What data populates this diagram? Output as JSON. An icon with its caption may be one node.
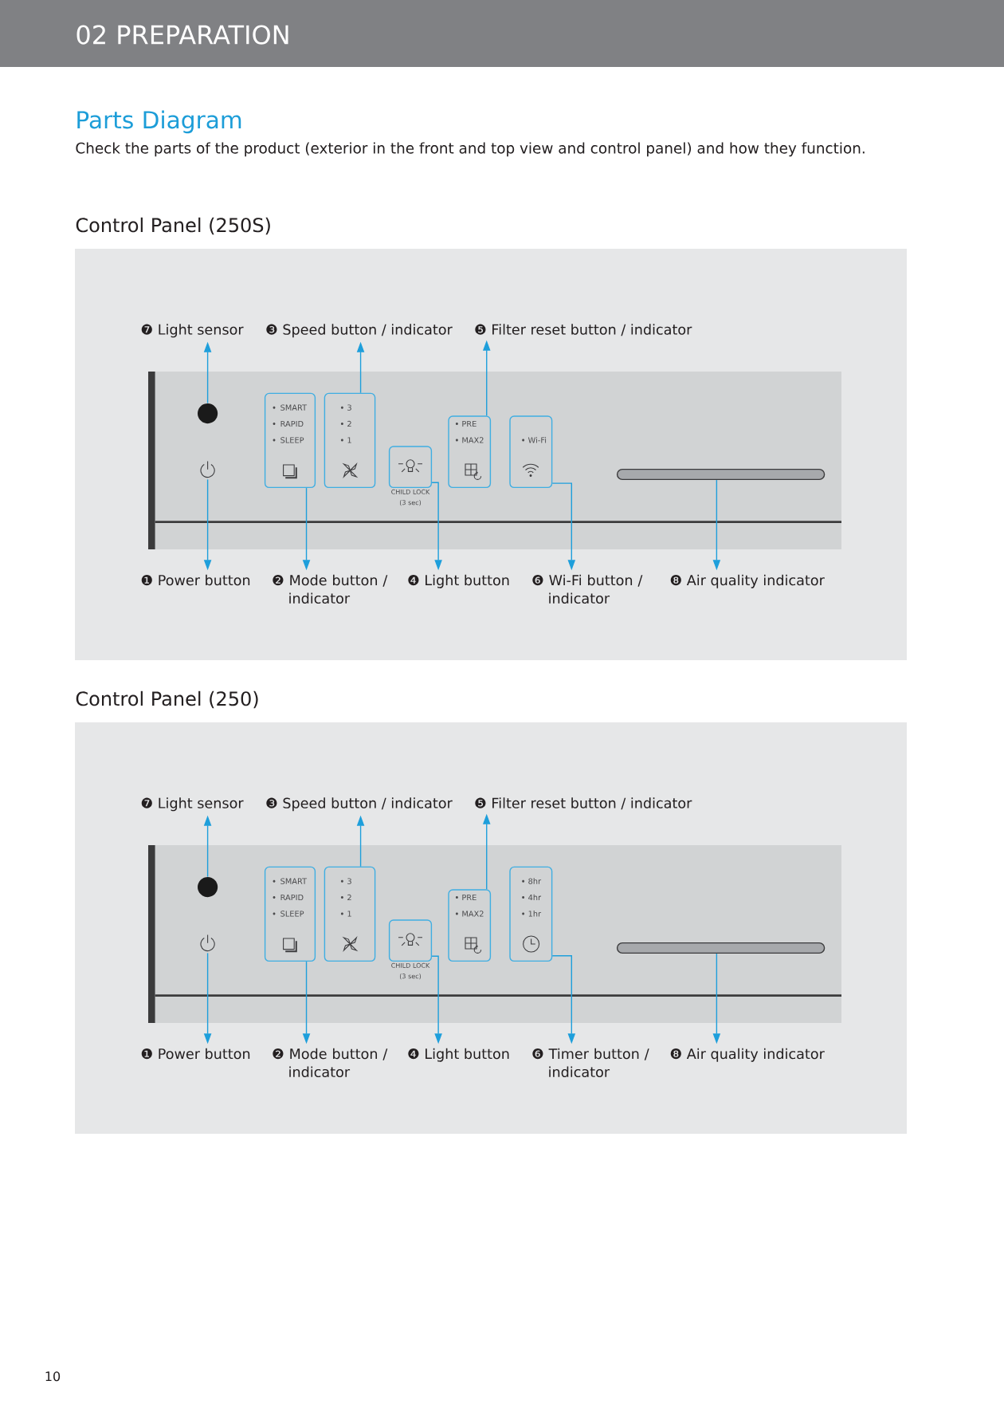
{
  "diagram": {
    "title": "Parts Diagram",
    "nodes": [
      {
        "text": [
          "02 PREPARATION"
        ]
      },
      {
        "text": [
          "Control Panel (250S)"
        ]
      },
      {
        "text": [
          "❼ Light sensor"
        ],
        "in": 1
      },
      {
        "text": [
          "❸ Speed button / indicator"
        ],
        "in": 1
      },
      {
        "text": [
          "❺ Filter reset button / indicator"
        ],
        "in": 1
      },
      {
        "text": [],
        "shape": "box",
        "in": 1
      },
      {
        "text": [],
        "shape": "circle",
        "in": 5
      },
      {
        "text": [],
        "shape": "picture",
        "in": 5
      },
      {
        "text": [
          "SMART",
          "RAPID",
          "SLEEP"
        ],
        "in": 5
      },
      {
        "text": [
          "3",
          "2",
          "1"
        ],
        "in": 5
      },
      {
        "text": [],
        "shape": "box",
        "beside": [
          "CHILD LOCK (3 sec)"
        ],
        "in": 5
      },
      {
        "text": [
          "PRE",
          "MAX2"
        ],
        "in": 5
      },
      {
        "text": [
          "Wi-Fi"
        ],
        "in": 5
      },
      {
        "text": [],
        "shape": "bar",
        "in": 5
      },
      {
        "text": [
          "❶ Power button"
        ],
        "in": 1
      },
      {
        "text": [
          "❷ Mode button / indicator"
        ],
        "in": 1
      },
      {
        "text": [
          "❹ Light button"
        ],
        "in": 1
      },
      {
        "text": [
          "❻ Wi-Fi button / indicator"
        ],
        "in": 1
      },
      {
        "text": [
          "❽ Air quality indicator"
        ],
        "in": 1
      },
      {
        "text": [
          "Control Panel (250)"
        ]
      },
      {
        "text": [
          "❼ Light sensor"
        ],
        "in": 19
      },
      {
        "text": [
          "❸ Speed button / indicator"
        ],
        "in": 19
      },
      {
        "text": [
          "❺ Filter reset button / indicator"
        ],
        "in": 19
      },
      {
        "text": [],
        "shape": "box",
        "in": 19
      },
      {
        "text": [],
        "shape": "circle",
        "in": 23
      },
      {
        "text": [],
        "shape": "picture",
        "in": 23
      },
      {
        "text": [
          "SMART",
          "RAPID",
          "SLEEP"
        ],
        "in": 23
      },
      {
        "text": [
          "3",
          "2",
          "1"
        ],
        "in": 23
      },
      {
        "text": [],
        "shape": "box",
        "beside": [
          "CHILD LOCK (3 sec)"
        ],
        "in": 23
      },
      {
        "text": [
          "PRE",
          "MAX2"
        ],
        "in": 23
      },
      {
        "text": [
          "8hr",
          "4hr",
          "1hr"
        ],
        "in": 23
      },
      {
        "text": [],
        "shape": "bar",
        "in": 23
      },
      {
        "text": [
          "❶ Power button"
        ],
        "in": 19
      },
      {
        "text": [
          "❷ Mode button / indicator"
        ],
        "in": 19
      },
      {
        "text": [
          "❹ Light button"
        ],
        "in": 19
      },
      {
        "text": [
          "❻ Timer button / indicator"
        ],
        "in": 19
      },
      {
        "text": [
          "❽ Air quality indicator"
        ],
        "in": 19
      }
    ],
    "edges": [
      {
        "from": 6,
        "to": 2,
        "arrow": "to"
      },
      {
        "from": 9,
        "to": 3,
        "arrow": "to"
      },
      {
        "from": 11,
        "to": 4,
        "arrow": "to"
      },
      {
        "from": 7,
        "to": 14,
        "arrow": "to"
      },
      {
        "from": 8,
        "to": 15,
        "arrow": "to"
      },
      {
        "from": 10,
        "to": 16,
        "arrow": "to"
      },
      {
        "from": 12,
        "to": 17,
        "arrow": "to"
      },
      {
        "from": 13,
        "to": 18,
        "arrow": "to"
      },
      {
        "from": 24,
        "to": 20,
        "arrow": "to"
      },
      {
        "from": 27,
        "to": 21,
        "arrow": "to"
      },
      {
        "from": 29,
        "to": 22,
        "arrow": "to"
      },
      {
        "from": 25,
        "to": 32,
        "arrow": "to"
      },
      {
        "from": 26,
        "to": 33,
        "arrow": "to"
      },
      {
        "from": 28,
        "to": 34,
        "arrow": "to"
      },
      {
        "from": 30,
        "to": 35,
        "arrow": "to"
      },
      {
        "from": 31,
        "to": 36,
        "arrow": "to"
      }
    ],
    "labels": [
      "Check the parts of the product (exterior in the front and top view and control panel) and how they function.",
      "10"
    ]
  }
}
